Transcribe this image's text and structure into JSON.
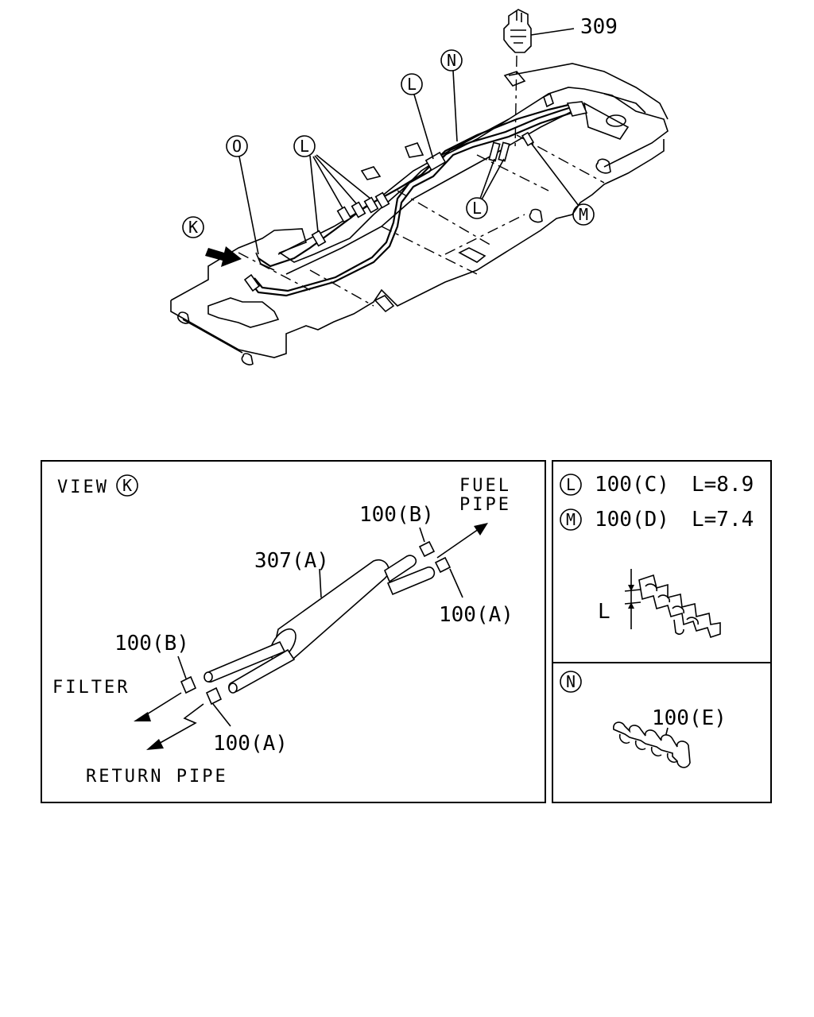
{
  "callouts": {
    "top_309": "309",
    "circle_o": "O",
    "circle_l_left": "L",
    "circle_l_mid": "L",
    "circle_n": "N",
    "circle_l_right": "L",
    "circle_m": "M",
    "circle_k": "K"
  },
  "view_k": {
    "view_label": "VIEW",
    "view_letter": "K",
    "fuel_pipe_line1": "FUEL",
    "fuel_pipe_line2": "PIPE",
    "part_307a": "307(A)",
    "part_100b_right": "100(B)",
    "part_100a_right": "100(A)",
    "part_100b_left": "100(B)",
    "part_100a_left": "100(A)",
    "filter": "FILTER",
    "return_pipe": "RETURN PIPE"
  },
  "legend_lm": {
    "l_letter": "L",
    "l_part": "100(C)",
    "l_length": "L=8.9",
    "m_letter": "M",
    "m_part": "100(D)",
    "m_length": "L=7.4",
    "dim_label": "L"
  },
  "legend_n": {
    "n_letter": "N",
    "n_part": "100(E)"
  }
}
